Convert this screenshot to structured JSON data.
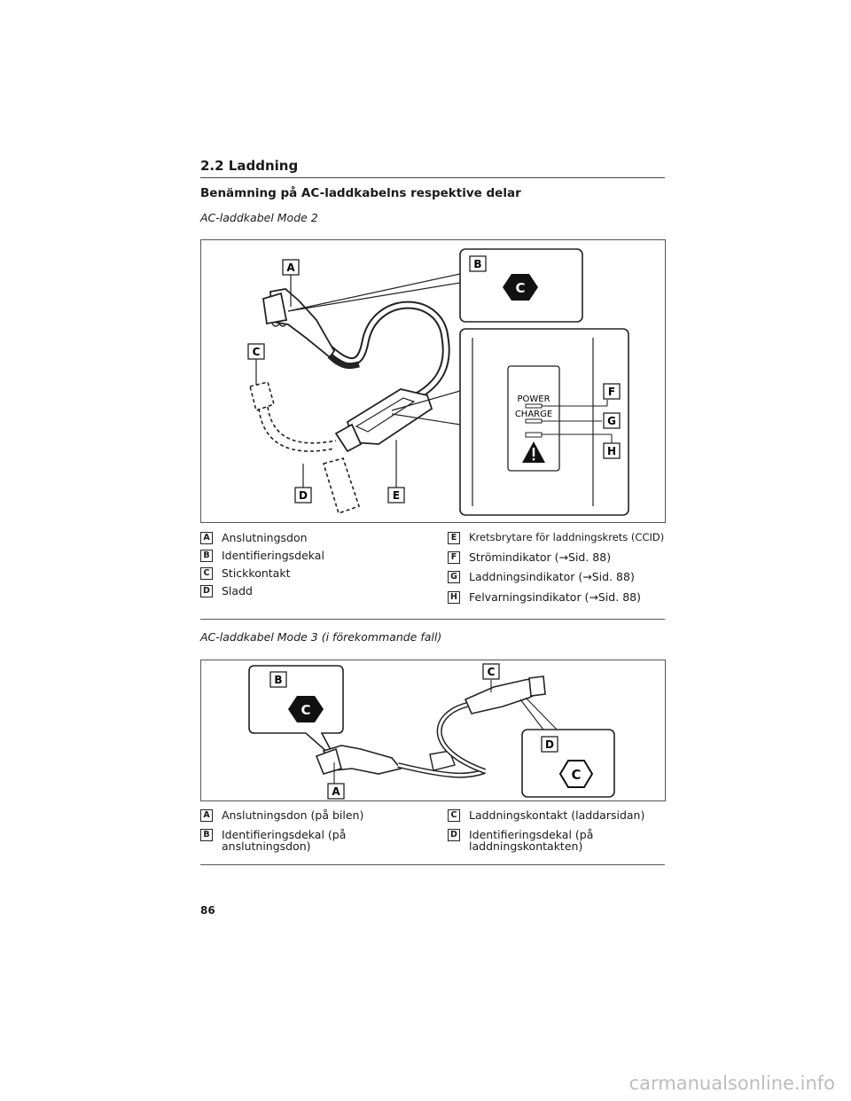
{
  "section": "2.2 Laddning",
  "heading": "Benämning på AC-laddkabelns respektive delar",
  "mode2": {
    "title": "AC-laddkabel Mode 2",
    "callouts": {
      "a": "A",
      "b": "B",
      "c": "C",
      "d": "D",
      "e": "E",
      "f": "F",
      "g": "G",
      "h": "H"
    },
    "decal_letter": "C",
    "panel_power": "POWER",
    "panel_charge": "CHARGE",
    "legend_left": [
      {
        "key": "A",
        "text": "Anslutningsdon"
      },
      {
        "key": "B",
        "text": "Identifieringsdekal"
      },
      {
        "key": "C",
        "text": "Stickkontakt"
      },
      {
        "key": "D",
        "text": "Sladd"
      }
    ],
    "legend_right": [
      {
        "key": "E",
        "text": "Kretsbrytare för laddningskrets (CCID)"
      },
      {
        "key": "F",
        "text": "Strömindikator (→Sid. 88)"
      },
      {
        "key": "G",
        "text": "Laddningsindikator (→Sid. 88)"
      },
      {
        "key": "H",
        "text": "Felvarningsindikator (→Sid. 88)"
      }
    ]
  },
  "mode3": {
    "title": "AC-laddkabel Mode 3 (i förekommande fall)",
    "callouts": {
      "a": "A",
      "b": "B",
      "c": "C",
      "d": "D"
    },
    "decal_letter": "C",
    "legend_left": [
      {
        "key": "A",
        "text": "Anslutningsdon (på bilen)"
      },
      {
        "key": "B",
        "text": "Identifieringsdekal (på anslutningsdon)"
      }
    ],
    "legend_right": [
      {
        "key": "C",
        "text": "Laddningskontakt (laddarsidan)"
      },
      {
        "key": "D",
        "text": "Identifieringsdekal (på laddningskontakten)"
      }
    ]
  },
  "page_number": "86",
  "watermark": "carmanualsonline.info"
}
